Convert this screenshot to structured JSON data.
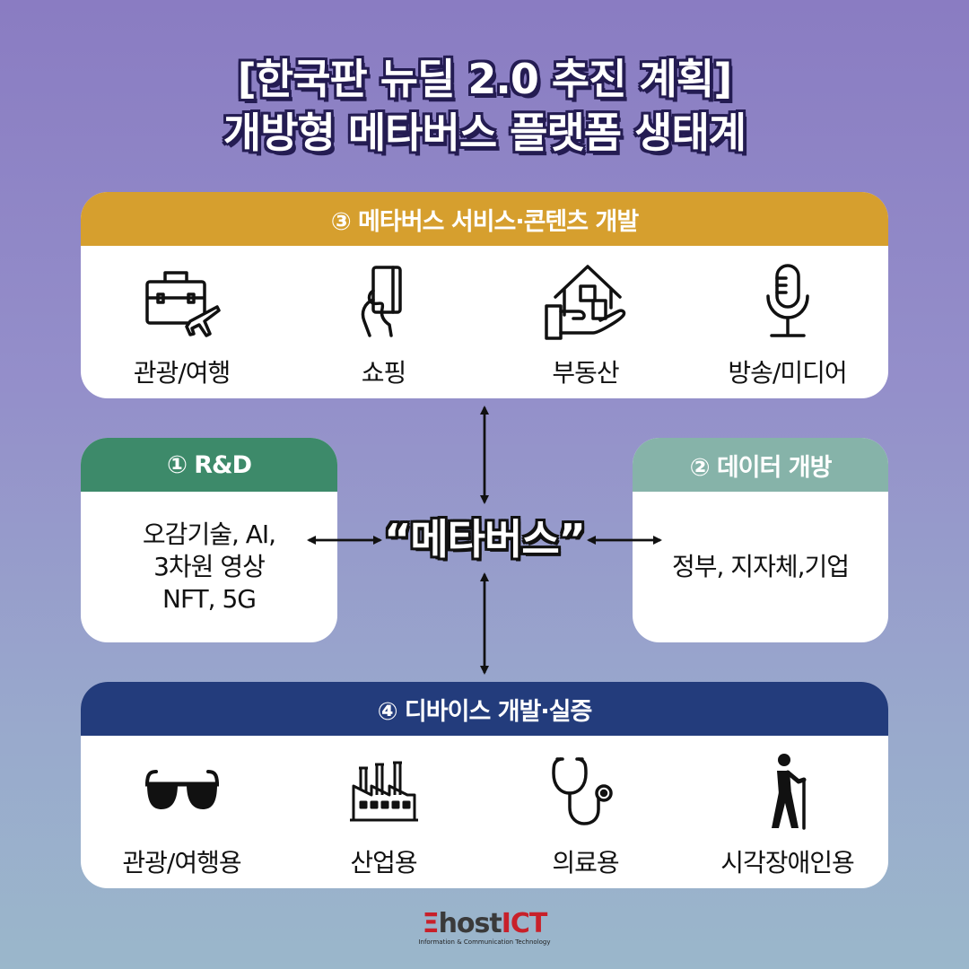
{
  "title": {
    "line1": "[한국판 뉴딜 2.0 추진 계획]",
    "line2": "개방형 메타버스 플랫폼 생태계"
  },
  "services": {
    "header": "③ 메타버스 서비스·콘텐츠 개발",
    "color": "#d69f2e",
    "items": [
      {
        "label": "관광/여행",
        "icon": "travel-briefcase-icon"
      },
      {
        "label": "쇼핑",
        "icon": "card-payment-icon"
      },
      {
        "label": "부동산",
        "icon": "house-in-hand-icon"
      },
      {
        "label": "방송/미디어",
        "icon": "microphone-icon"
      }
    ]
  },
  "rnd": {
    "header": "① R&D",
    "color": "#3d8a6a",
    "lines": [
      "오감기술, AI,",
      "3차원 영상",
      "NFT, 5G"
    ]
  },
  "data_open": {
    "header": "② 데이터 개방",
    "color": "#86b3a9",
    "text": "정부, 지자체,기업"
  },
  "center": {
    "word": "“메타버스”"
  },
  "devices": {
    "header": "④ 디바이스 개발·실증",
    "color": "#233c7c",
    "items": [
      {
        "label": "관광/여행용",
        "icon": "sunglasses-icon"
      },
      {
        "label": "산업용",
        "icon": "factory-icon"
      },
      {
        "label": "의료용",
        "icon": "stethoscope-icon"
      },
      {
        "label": "시각장애인용",
        "icon": "blind-person-icon"
      }
    ]
  },
  "logo": {
    "e": "Ξ",
    "host": "host",
    "ict": "ICT",
    "sub": "Information & Communication Technology"
  }
}
